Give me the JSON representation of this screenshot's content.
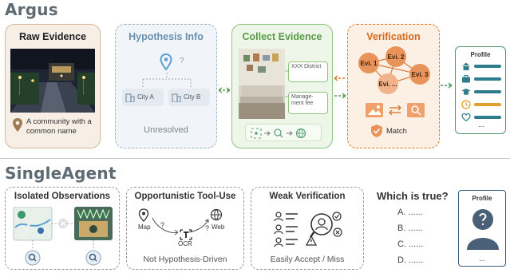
{
  "argus": {
    "section_title": "Argus",
    "raw_evidence": {
      "title": "Raw Evidence",
      "caption": "A community with a common name"
    },
    "hypothesis": {
      "title": "Hypothesis Info",
      "question_mark": "?",
      "city_a": "City A",
      "city_b": "City B",
      "status": "Unresolved"
    },
    "collect": {
      "title": "Collect Evidence",
      "chip_district": "XXX District",
      "chip_fee": "Manage-ment fee"
    },
    "verification": {
      "title": "Verification",
      "nodes": [
        "Evi. 1",
        "Evi. 2",
        "Evi. 3",
        "Evi. ..."
      ],
      "match_label": "Match"
    },
    "profile": {
      "title": "Profile",
      "more": "...",
      "bar_colors": [
        "#2e7d8c",
        "#2e7d8c",
        "#2e7d8c",
        "#e0a030",
        "#2e7d8c"
      ]
    }
  },
  "single_agent": {
    "section_title": "SingleAgent",
    "isolated": {
      "title": "Isolated Observations"
    },
    "opportunistic": {
      "title": "Opportunistic Tool-Use",
      "map_label": "Map",
      "ocr_label": "OCR",
      "web_label": "Web",
      "q1": "?",
      "q2": "?",
      "subtitle": "Not Hypothesis-Driven"
    },
    "weak": {
      "title": "Weak Verification",
      "subtitle": "Easily Accept / Miss"
    },
    "question": {
      "title": "Which is true?",
      "options": [
        "A. ......",
        "B. ......",
        "C. ......",
        "D. ......"
      ]
    },
    "profile": {
      "title": "Profile",
      "more": "..."
    }
  },
  "colors": {
    "raw_border": "#c9a98c",
    "hyp_border": "#8aa6bf",
    "collect_border": "#7fb56a",
    "verif_border": "#e07a2a",
    "profile_border": "#4f9a6a"
  }
}
